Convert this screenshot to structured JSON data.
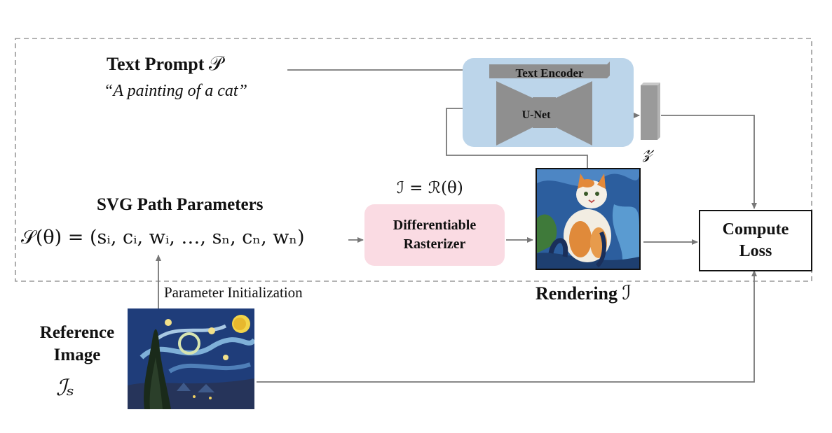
{
  "colors": {
    "encoder_bg": "#bcd5ea",
    "rasterizer_bg": "#fadbe3",
    "arrow": "#777777",
    "block_gray": "#8f8f8f",
    "dashed_border": "#9a9a9a"
  },
  "text_prompt": {
    "label": "Text Prompt",
    "symbol": "𝒫",
    "example": "“A painting of a cat”"
  },
  "encoder": {
    "text_encoder_label": "Text Encoder",
    "unet_label": "U-Net"
  },
  "latent": {
    "symbol": "𝓏"
  },
  "svg_params": {
    "title": "SVG Path Parameters",
    "formula": "𝒮(θ) = (sᵢ, cᵢ, wᵢ, …, sₙ, cₙ, wₙ)"
  },
  "rasterizer": {
    "equation": "ℐ = ℛ(θ)",
    "line1": "Differentiable",
    "line2": "Rasterizer"
  },
  "rendering": {
    "label": "Rendering",
    "symbol": "ℐ",
    "image_subject": "cat-painting"
  },
  "loss": {
    "line1": "Compute",
    "line2": "Loss"
  },
  "init_label": "Parameter Initialization",
  "reference": {
    "line1": "Reference",
    "line2": "Image",
    "symbol": "ℐₛ",
    "image_subject": "starry-night-painting"
  }
}
